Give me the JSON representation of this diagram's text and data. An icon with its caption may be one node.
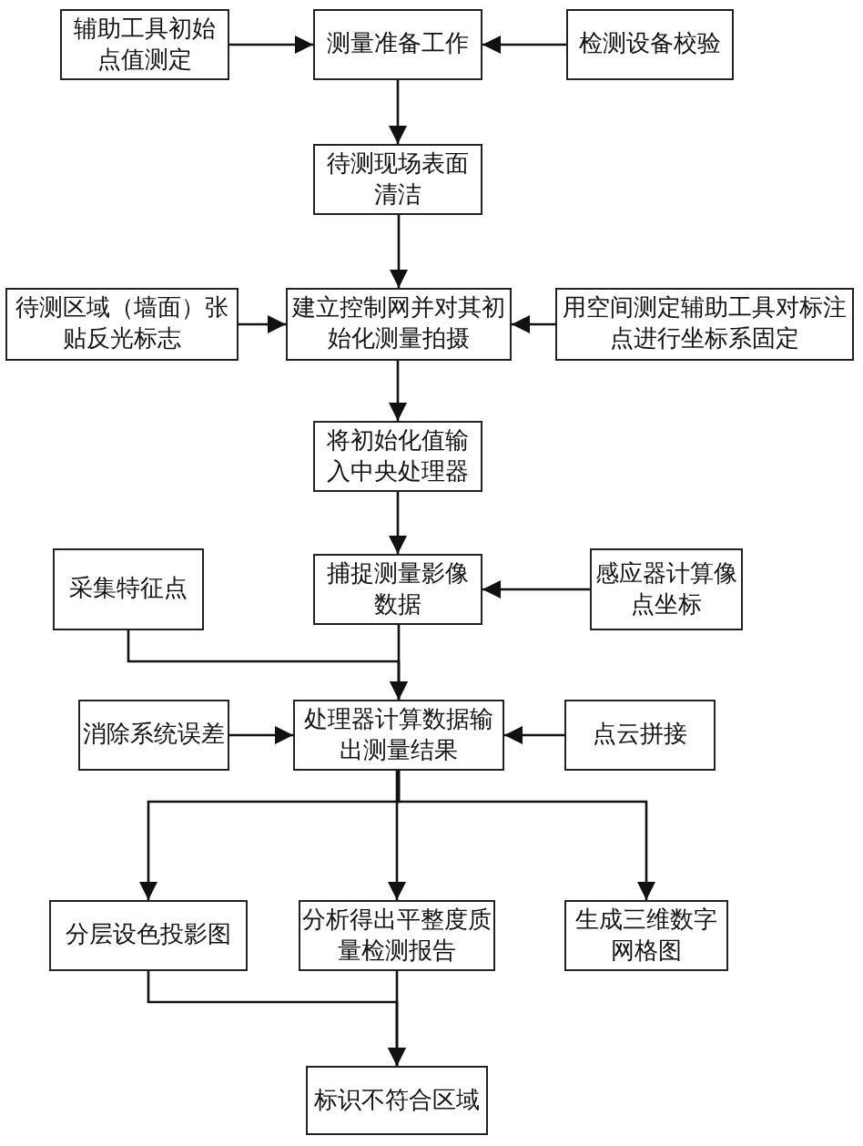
{
  "diagram": {
    "nodes": [
      {
        "text": [
          "辅助工具初始点值测定"
        ]
      },
      {
        "text": [
          "测量准备工作"
        ]
      },
      {
        "text": [
          "检测设备校验"
        ]
      },
      {
        "text": [
          "待测现场表面清洁"
        ]
      },
      {
        "text": [
          "待测区域（墙面）张贴反光标志"
        ]
      },
      {
        "text": [
          "建立控制网并对其初始化测量拍摄"
        ]
      },
      {
        "text": [
          "用空间测定辅助工具对标注点进行坐标系固定"
        ]
      },
      {
        "text": [
          "将初始化值输入中央处理器"
        ]
      },
      {
        "text": [
          "采集特征点"
        ]
      },
      {
        "text": [
          "捕捉测量影像数据"
        ]
      },
      {
        "text": [
          "感应器计算像点坐标"
        ]
      },
      {
        "text": [
          "消除系统误差"
        ]
      },
      {
        "text": [
          "处理器计算数据输出测量结果"
        ]
      },
      {
        "text": [
          "点云拼接"
        ]
      },
      {
        "text": [
          "分层设色投影图"
        ]
      },
      {
        "text": [
          "分析得出平整度质量检测报告"
        ]
      },
      {
        "text": [
          "生成三维数字网格图"
        ]
      },
      {
        "text": [
          "标识不符合区域"
        ]
      }
    ],
    "edges": [
      {
        "from": 0,
        "to": 1,
        "arrow": "to"
      },
      {
        "from": 2,
        "to": 1,
        "arrow": "to"
      },
      {
        "from": 1,
        "to": 3,
        "arrow": "to"
      },
      {
        "from": 3,
        "to": 5,
        "arrow": "to"
      },
      {
        "from": 4,
        "to": 5,
        "arrow": "to"
      },
      {
        "from": 6,
        "to": 5,
        "arrow": "to"
      },
      {
        "from": 5,
        "to": 7,
        "arrow": "to"
      },
      {
        "from": 7,
        "to": 9,
        "arrow": "to"
      },
      {
        "from": 10,
        "to": 9,
        "arrow": "to"
      },
      {
        "from": 9,
        "to": 12,
        "arrow": "to"
      },
      {
        "from": 8,
        "to": 12,
        "arrow": "to"
      },
      {
        "from": 11,
        "to": 12,
        "arrow": "to"
      },
      {
        "from": 13,
        "to": 12,
        "arrow": "to"
      },
      {
        "from": 12,
        "to": 14,
        "arrow": "to"
      },
      {
        "from": 12,
        "to": 15,
        "arrow": "to"
      },
      {
        "from": 12,
        "to": 16,
        "arrow": "to"
      },
      {
        "from": 15,
        "to": 17,
        "arrow": "to"
      },
      {
        "from": 14,
        "to": 17,
        "arrow": "to"
      }
    ]
  }
}
